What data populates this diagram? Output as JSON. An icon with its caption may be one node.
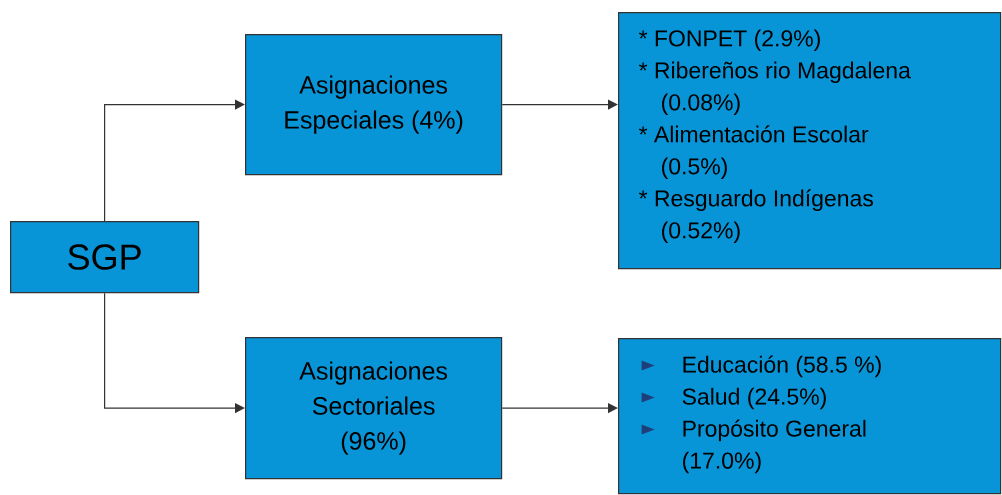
{
  "diagram": {
    "nodes": [
      {
        "text": [
          "SGP"
        ]
      },
      {
        "text": [
          "Asignaciones Especiales (4%)"
        ]
      },
      {
        "text": [
          "* FONPET (2.9%)",
          "* Ribereños rio Magdalena (0.08%)",
          "* Alimentación Escolar (0.5%)",
          "* Resguardo Indígenas (0.52%)"
        ]
      },
      {
        "text": [
          "Asignaciones Sectoriales (96%)"
        ]
      },
      {
        "text": [
          "Educación (58.5 %)",
          "Salud (24.5%)",
          "Propósito General (17.0%)"
        ]
      }
    ],
    "edges": [
      {
        "from": 0,
        "to": 1,
        "arrow": "to"
      },
      {
        "from": 1,
        "to": 2,
        "arrow": "to"
      },
      {
        "from": 0,
        "to": 3,
        "arrow": "to"
      },
      {
        "from": 3,
        "to": 4,
        "arrow": "to"
      }
    ]
  }
}
